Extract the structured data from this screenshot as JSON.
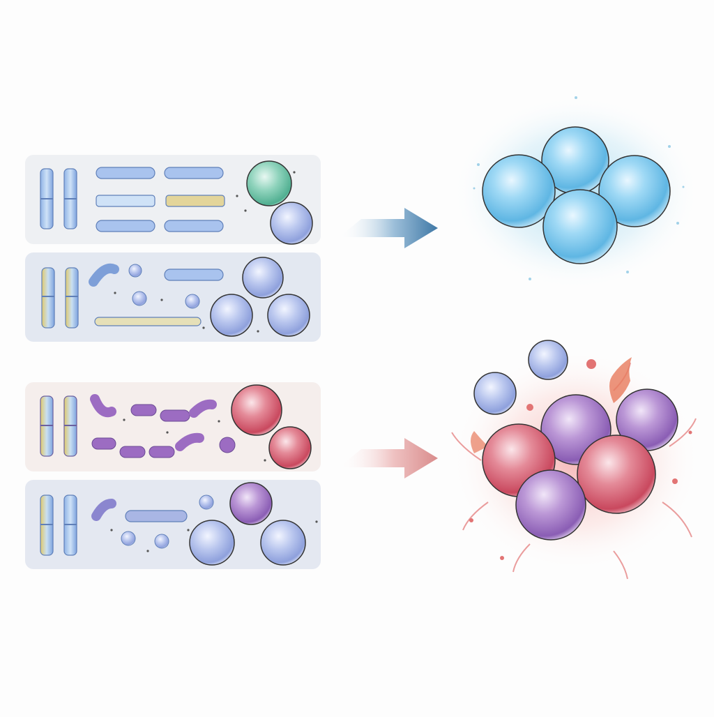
{
  "diagram": {
    "background": "#fdfdfd",
    "panel_colors": {
      "panel_1": "#eef0f3",
      "panel_2": "#e3e8f1",
      "panel_3": "#f5eeec",
      "panel_4": "#e4e8f1"
    },
    "arrow_colors": {
      "top": "#3f78a6",
      "bottom": "#d98c8c"
    },
    "cell_colors": {
      "blue": "#8fd0ef",
      "lavender": "#a9b6e4",
      "teal": "#7fc9b1",
      "red": "#d9687a",
      "purple": "#a07ac4"
    },
    "panels": [
      {
        "id": "panel-1",
        "theme": "neutral"
      },
      {
        "id": "panel-2",
        "theme": "blue"
      },
      {
        "id": "panel-3",
        "theme": "warm"
      },
      {
        "id": "panel-4",
        "theme": "blue"
      }
    ],
    "outcomes": [
      {
        "id": "outcome-healthy-cluster",
        "theme": "blue",
        "cells": 4
      },
      {
        "id": "outcome-inflamed-cluster",
        "theme": "red-purple",
        "cells": 7
      }
    ]
  }
}
